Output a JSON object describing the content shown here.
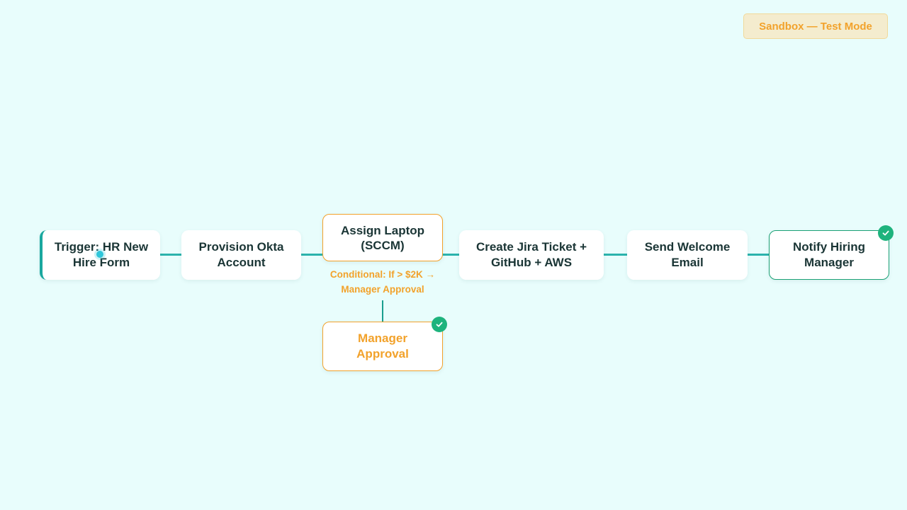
{
  "sandbox_badge": "Sandbox — Test Mode",
  "colors": {
    "background": "#e8fdfc",
    "connector": "#2bb3ac",
    "warning": "#f2a22b",
    "success": "#1eb37d",
    "node_text": "#1a3535"
  },
  "workflow": {
    "nodes": [
      {
        "id": "trigger",
        "label": "Trigger: HR New Hire Form",
        "status": "trigger"
      },
      {
        "id": "okta",
        "label": "Provision Okta Account",
        "status": "default"
      },
      {
        "id": "laptop",
        "label": "Assign Laptop (SCCM)",
        "status": "conditional"
      },
      {
        "id": "jira",
        "label": "Create Jira Ticket + GitHub + AWS",
        "status": "default"
      },
      {
        "id": "email",
        "label": "Send Welcome Email",
        "status": "default"
      },
      {
        "id": "notify",
        "label": "Notify Hiring Manager",
        "status": "completed"
      }
    ],
    "branch": {
      "condition": "Conditional: If > $2K → Manager Approval",
      "node": {
        "id": "manager_approval",
        "label": "Manager Approval",
        "status": "completed"
      }
    }
  }
}
